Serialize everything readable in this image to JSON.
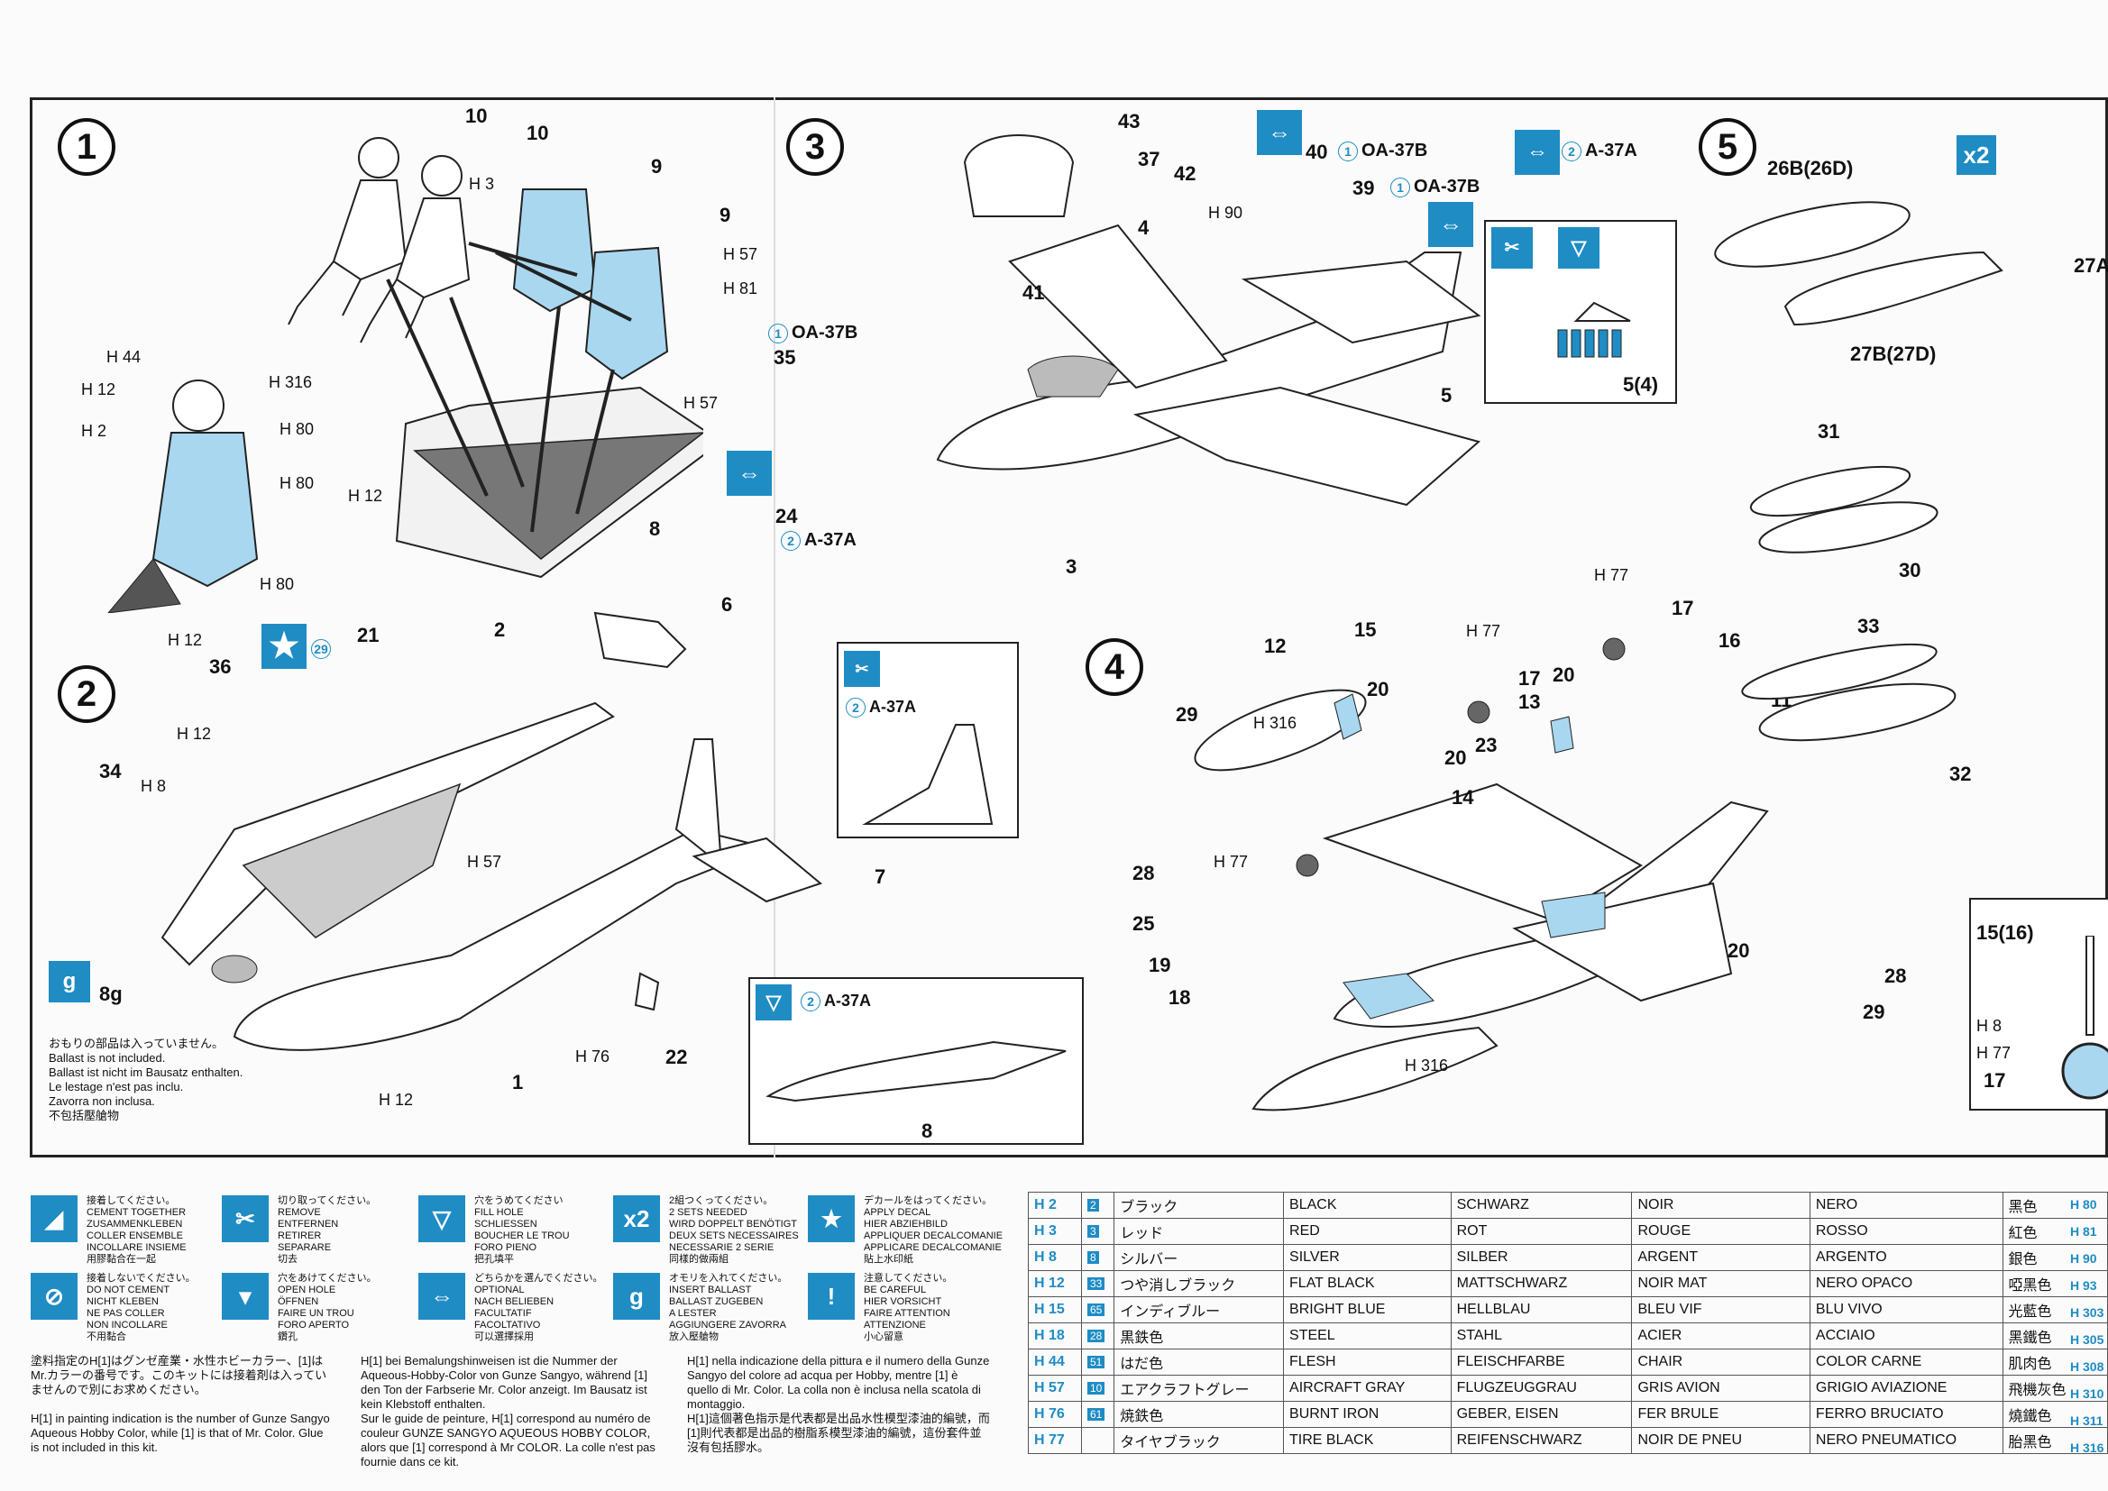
{
  "steps": {
    "s1": "1",
    "s2": "2",
    "s3": "3",
    "s4": "4",
    "s5": "5"
  },
  "step1": {
    "labels": [
      "10",
      "10",
      "9",
      "9",
      "8"
    ],
    "paints": [
      "H 3",
      "H 57",
      "H 81",
      "H 57",
      "H 12",
      "H 44",
      "H 316",
      "H 12",
      "H 80",
      "H 2",
      "H 80",
      "H 80",
      "H 12"
    ]
  },
  "step2": {
    "labels": [
      "21",
      "2",
      "6",
      "36",
      "34",
      "7",
      "1",
      "22",
      "8g"
    ],
    "paints": [
      "H 12",
      "H 8",
      "H 57",
      "H 76",
      "H 12"
    ],
    "decal_num": "29",
    "inset_a": "A-37A",
    "inset_b": "A-37A",
    "inset_b_num": "8",
    "ballast_notes": [
      "おもりの部品は入っていません。",
      "Ballast is not included.",
      "Ballast ist nicht im Bausatz enthalten.",
      "Le lestage n'est pas inclu.",
      "Zavorra non inclusa.",
      "不包括壓艙物"
    ]
  },
  "step3": {
    "labels": [
      "43",
      "37",
      "42",
      "40",
      "39",
      "4",
      "41",
      "35",
      "5",
      "24",
      "3",
      "5(4)"
    ],
    "paints": [
      "H 90"
    ],
    "variants": [
      "OA-37B",
      "OA-37B",
      "A-37A",
      "OA-37B",
      "A-37A"
    ]
  },
  "step4": {
    "labels": [
      "12",
      "15",
      "17",
      "16",
      "20",
      "17",
      "13",
      "20",
      "29",
      "23",
      "20",
      "11",
      "14",
      "28",
      "25",
      "19",
      "18",
      "20",
      "28",
      "29"
    ],
    "paints": [
      "H 77",
      "H 77",
      "H 316",
      "H 77",
      "H 316"
    ]
  },
  "step5": {
    "x2": "x2",
    "labels": [
      "26B(26D)",
      "27B(27D)",
      "31",
      "30",
      "33",
      "32",
      "27A",
      "15(16)",
      "17"
    ],
    "paints": [
      "H 8",
      "H 77"
    ]
  },
  "legend": [
    {
      "icon": "cement-icon",
      "text": "接着してください。\nCEMENT TOGETHER\nZUSAMMENKLEBEN\nCOLLER ENSEMBLE\nINCOLLARE INSIEME\n用膠黏合在一起"
    },
    {
      "icon": "remove-icon",
      "text": "切り取ってください。\nREMOVE\nENTFERNEN\nRETIRER\nSEPARARE\n切去"
    },
    {
      "icon": "fill-hole-icon",
      "text": "穴をうめてください\nFILL HOLE\nSCHLIESSEN\nBOUCHER LE TROU\nFORO PIENO\n把孔填平"
    },
    {
      "icon": "x2-icon",
      "text": "2組つくってください。\n2 SETS NEEDED\nWIRD DOPPELT BENÖTIGT\nDEUX SETS NECESSAIRES\nNECESSARIE 2 SERIE\n同樣的做兩組"
    },
    {
      "icon": "star-icon",
      "text": "デカールをはってください。\nAPPLY DECAL\nHIER ABZIEHBILD\nAPPLIQUER DECALCOMANIE\nAPPLICARE DECALCOMANIE\n貼上水印紙"
    },
    {
      "icon": "no-cement-icon",
      "text": "接着しないでください。\nDO NOT CEMENT\nNICHT KLEBEN\nNE PAS COLLER\nNON INCOLLARE\n不用黏合"
    },
    {
      "icon": "open-hole-icon",
      "text": "穴をあけてください。\nOPEN HOLE\nÖFFNEN\nFAIRE UN TROU\nFORO APERTO\n鑽孔"
    },
    {
      "icon": "optional-icon",
      "text": "どちらかを選んでください。\nOPTIONAL\nNACH BELIEBEN\nFACULTATIF\nFACOLTATIVO\n可以選擇採用"
    },
    {
      "icon": "ballast-icon",
      "text": "オモリを入れてください。\nINSERT BALLAST\nBALLAST ZUGEBEN\nA LESTER\nAGGIUNGERE ZAVORRA\n放入壓艙物"
    },
    {
      "icon": "careful-icon",
      "text": "注意してください。\nBE CAREFUL\nHIER VORSICHT\nFAIRE ATTENTION\nATTENZIONE\n小心留意"
    }
  ],
  "paragraphs": {
    "jp": "塗料指定のH[1]はグンゼ産業・水性ホビーカラー、[1]はMr.カラーの番号です。このキットには接着剤は入っていませんので別にお求めください。",
    "en": "H[1] in painting indication is the number of Gunze Sangyo Aqueous Hobby Color, while [1] is that of Mr. Color. Glue is not included in this kit.",
    "de": "H[1] bei Bemalungshinweisen ist die Nummer der Aqueous-Hobby-Color von Gunze Sangyo, während [1] den Ton der Farbserie Mr. Color anzeigt. Im Bausatz ist kein Klebstoff enthalten.",
    "fr": "Sur le guide de peinture, H[1] correspond au numéro de couleur GUNZE SANGYO AQUEOUS HOBBY COLOR, alors que [1] correspond à Mr COLOR. La colle n'est pas fournie dans ce kit.",
    "it": "H[1] nella indicazione della pittura e il numero della Gunze Sangyo del colore ad acqua per Hobby, mentre [1] è quello di Mr. Color. La colla non è inclusa nella scatola di montaggio.",
    "zh": "H[1]這個著色指示是代表都是出品水性模型漆油的編號，而[1]則代表都是出品的樹脂系模型漆油的編號，這份套件並沒有包括膠水。"
  },
  "colors": [
    {
      "h": "H 2",
      "n": "2",
      "jp": "ブラック",
      "en": "BLACK",
      "de": "SCHWARZ",
      "fr": "NOIR",
      "it": "NERO",
      "zh": "黑色"
    },
    {
      "h": "H 3",
      "n": "3",
      "jp": "レッド",
      "en": "RED",
      "de": "ROT",
      "fr": "ROUGE",
      "it": "ROSSO",
      "zh": "紅色"
    },
    {
      "h": "H 8",
      "n": "8",
      "jp": "シルバー",
      "en": "SILVER",
      "de": "SILBER",
      "fr": "ARGENT",
      "it": "ARGENTO",
      "zh": "銀色"
    },
    {
      "h": "H 12",
      "n": "33",
      "jp": "つや消しブラック",
      "en": "FLAT BLACK",
      "de": "MATTSCHWARZ",
      "fr": "NOIR MAT",
      "it": "NERO OPACO",
      "zh": "啞黑色"
    },
    {
      "h": "H 15",
      "n": "65",
      "jp": "インディブルー",
      "en": "BRIGHT BLUE",
      "de": "HELLBLAU",
      "fr": "BLEU VIF",
      "it": "BLU VIVO",
      "zh": "光藍色"
    },
    {
      "h": "H 18",
      "n": "28",
      "jp": "黒鉄色",
      "en": "STEEL",
      "de": "STAHL",
      "fr": "ACIER",
      "it": "ACCIAIO",
      "zh": "黑鐵色"
    },
    {
      "h": "H 44",
      "n": "51",
      "jp": "はだ色",
      "en": "FLESH",
      "de": "FLEISCHFARBE",
      "fr": "CHAIR",
      "it": "COLOR CARNE",
      "zh": "肌肉色"
    },
    {
      "h": "H 57",
      "n": "10",
      "jp": "エアクラフトグレー",
      "en": "AIRCRAFT GRAY",
      "de": "FLUGZEUGGRAU",
      "fr": "GRIS AVION",
      "it": "GRIGIO AVIAZIONE",
      "zh": "飛機灰色"
    },
    {
      "h": "H 76",
      "n": "61",
      "jp": "焼鉄色",
      "en": "BURNT IRON",
      "de": "GEBER, EISEN",
      "fr": "FER BRULE",
      "it": "FERRO BRUCIATO",
      "zh": "燒鐵色"
    },
    {
      "h": "H 77",
      "n": "",
      "jp": "タイヤブラック",
      "en": "TIRE BLACK",
      "de": "REIFENSCHWARZ",
      "fr": "NOIR DE PNEU",
      "it": "NERO PNEUMATICO",
      "zh": "胎黑色"
    }
  ],
  "right_col": [
    "H 80",
    "H 81",
    "H 90",
    "H 93",
    "H 303",
    "H 305",
    "H 308",
    "H 310",
    "H 311",
    "H 316"
  ],
  "accent": "#1f8cc4"
}
